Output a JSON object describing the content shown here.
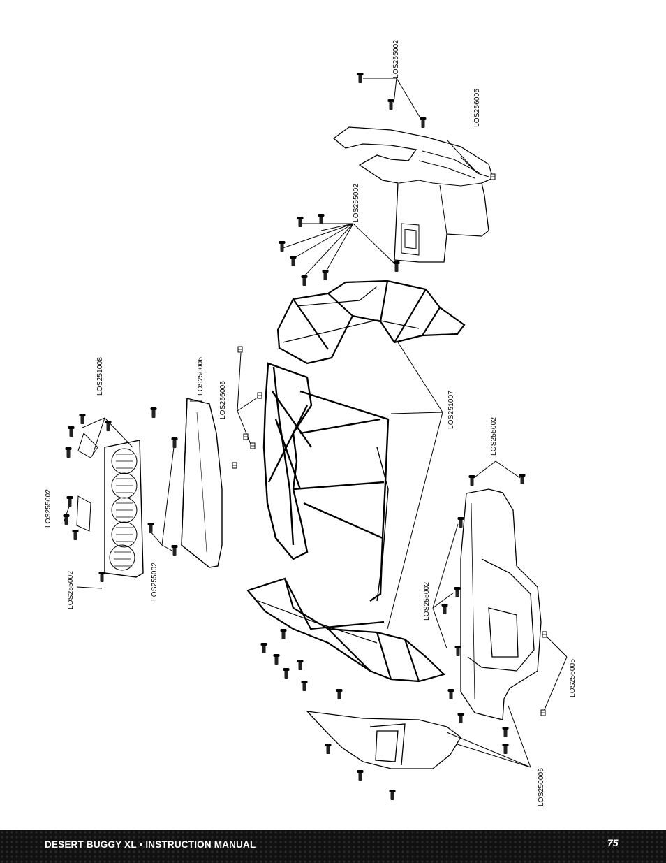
{
  "footer": {
    "title": "DESERT BUGGY XL • INSTRUCTION MANUAL",
    "page_number": "75"
  },
  "callouts": {
    "roof_screws": "LOS255002",
    "roof_inserts": "LOS256005",
    "rear_cage_screws": "LOS255002",
    "light_bar_mount": "LOS251008",
    "panel": "LOS250006",
    "cage_inserts": "LOS256005",
    "light_screws_top": "LOS255002",
    "light_screws_bottom": "LOS255002",
    "panel_screws": "LOS255002",
    "cage_parts": "LOS251007",
    "hood_screws_top": "LOS255002",
    "hood_screws_mid": "LOS255002",
    "hood_inserts": "LOS256005",
    "hood_body": "LOS250006"
  }
}
